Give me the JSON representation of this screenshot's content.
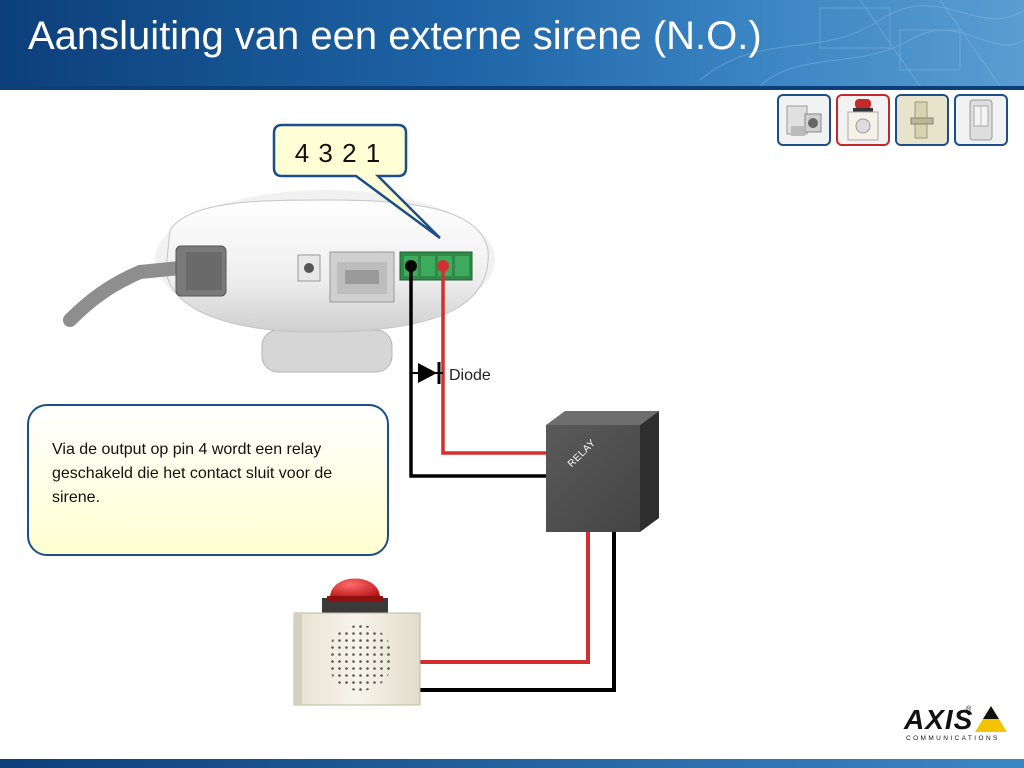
{
  "header": {
    "title": "Aansluiting van een externe sirene (N.O.)"
  },
  "thumbnails": [
    {
      "name": "camera-setup",
      "active": false
    },
    {
      "name": "siren",
      "active": true
    },
    {
      "name": "door-lock",
      "active": false
    },
    {
      "name": "pir-sensor",
      "active": false
    }
  ],
  "callout": {
    "pins": "4 3 2 1"
  },
  "diagram": {
    "diode_label": "Diode",
    "relay_label": "RELAY"
  },
  "note": {
    "text": "Via de output op pin 4  wordt een relay geschakeld die het contact sluit voor de sirene."
  },
  "logo": {
    "brand": "AXIS",
    "sub": "COMMUNICATIONS",
    "registered": "®"
  },
  "colors": {
    "header_blue": "#1e64a6",
    "wire_red": "#d32f2f",
    "wire_black": "#000000",
    "frame_blue": "#1a4f8a",
    "note_yellow": "#ffffd0"
  }
}
